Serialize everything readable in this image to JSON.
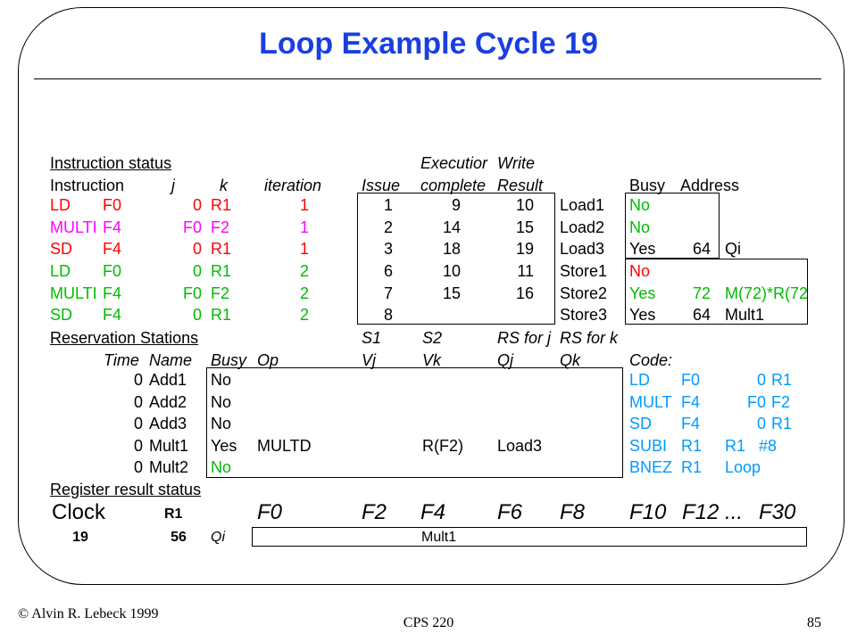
{
  "title": "Loop Example Cycle 19",
  "instruction_status": {
    "heading": "Instruction status",
    "col_top": {
      "execution": "Executior",
      "write": "Write"
    },
    "headers": {
      "instruction": "Instruction",
      "j": "j",
      "k": "k",
      "iteration": "iteration",
      "issue": "Issue",
      "complete": "complete",
      "result": "Result"
    },
    "rows": [
      {
        "op": "LD",
        "dst": "F0",
        "j": "0",
        "k": "R1",
        "iter": "1",
        "issue": "1",
        "exec": "9",
        "write": "10"
      },
      {
        "op": "MULTI",
        "dst": "F4",
        "j": "F0",
        "k": "F2",
        "iter": "1",
        "issue": "2",
        "exec": "14",
        "write": "15"
      },
      {
        "op": "SD",
        "dst": "F4",
        "j": "0",
        "k": "R1",
        "iter": "1",
        "issue": "3",
        "exec": "18",
        "write": "19"
      },
      {
        "op": "LD",
        "dst": "F0",
        "j": "0",
        "k": "R1",
        "iter": "2",
        "issue": "6",
        "exec": "10",
        "write": "11"
      },
      {
        "op": "MULTI",
        "dst": "F4",
        "j": "F0",
        "k": "F2",
        "iter": "2",
        "issue": "7",
        "exec": "15",
        "write": "16"
      },
      {
        "op": "SD",
        "dst": "F4",
        "j": "0",
        "k": "R1",
        "iter": "2",
        "issue": "8",
        "exec": "",
        "write": ""
      }
    ]
  },
  "load_store": {
    "headers": {
      "busy": "Busy",
      "address": "Address"
    },
    "rows": [
      {
        "name": "Load1",
        "busy": "No",
        "addr": "",
        "q": ""
      },
      {
        "name": "Load2",
        "busy": "No",
        "addr": "",
        "q": ""
      },
      {
        "name": "Load3",
        "busy": "Yes",
        "addr": "64",
        "q": "Qi"
      },
      {
        "name": "Store1",
        "busy": "No",
        "addr": "",
        "q": ""
      },
      {
        "name": "Store2",
        "busy": "Yes",
        "addr": "72",
        "q": "M(72)*R(72"
      },
      {
        "name": "Store3",
        "busy": "Yes",
        "addr": "64",
        "q": "Mult1"
      }
    ]
  },
  "reservation_stations": {
    "heading": "Reservation Stations",
    "col_top": {
      "s1": "S1",
      "s2": "S2",
      "rsj": "RS for j",
      "rsk": "RS for k"
    },
    "headers": {
      "time": "Time",
      "name": "Name",
      "busy": "Busy",
      "op": "Op",
      "vj": "Vj",
      "vk": "Vk",
      "qj": "Qj",
      "qk": "Qk"
    },
    "rows": [
      {
        "time": "0",
        "name": "Add1",
        "busy": "No",
        "op": "",
        "vj": "",
        "vk": "",
        "qj": "",
        "qk": ""
      },
      {
        "time": "0",
        "name": "Add2",
        "busy": "No",
        "op": "",
        "vj": "",
        "vk": "",
        "qj": "",
        "qk": ""
      },
      {
        "time": "0",
        "name": "Add3",
        "busy": "No",
        "op": "",
        "vj": "",
        "vk": "",
        "qj": "",
        "qk": ""
      },
      {
        "time": "0",
        "name": "Mult1",
        "busy": "Yes",
        "op": "MULTD",
        "vj": "",
        "vk": "R(F2)",
        "qj": "Load3",
        "qk": ""
      },
      {
        "time": "0",
        "name": "Mult2",
        "busy": "No",
        "op": "",
        "vj": "",
        "vk": "",
        "qj": "",
        "qk": ""
      }
    ]
  },
  "code": {
    "heading": "Code:",
    "lines": [
      {
        "op": "LD",
        "a": "F0",
        "b": "0",
        "c": "R1"
      },
      {
        "op": "MULT",
        "a": "F4",
        "b": "F0",
        "c": "F2"
      },
      {
        "op": "SD",
        "a": "F4",
        "b": "0",
        "c": "R1"
      },
      {
        "op": "SUBI",
        "a": "R1",
        "b": "R1",
        "c": "#8"
      },
      {
        "op": "BNEZ",
        "a": "R1",
        "b": "Loop",
        "c": ""
      }
    ]
  },
  "register_status": {
    "heading": "Register result status",
    "clock_label": "Clock",
    "r1_label": "R1",
    "clock_value": "19",
    "r1_value": "56",
    "qi_label": "Qi",
    "registers": [
      "F0",
      "F2",
      "F4",
      "F6",
      "F8",
      "F10",
      "F12 ...",
      "F30"
    ],
    "f4_value": "Mult1"
  },
  "footer": {
    "copyright": "© Alvin R. Lebeck 1999",
    "course": "CPS 220",
    "page": "85"
  }
}
